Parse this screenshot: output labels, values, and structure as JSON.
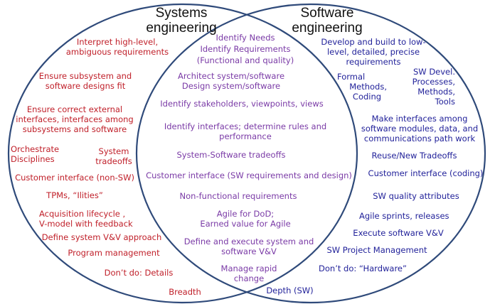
{
  "diagram": {
    "type": "venn",
    "colors": {
      "stroke": "#2f4a7a",
      "systems_text": "#c0202a",
      "overlap_text": "#7a3aa6",
      "software_text": "#22229a"
    },
    "left_circle": {
      "title_line1": "Systems",
      "title_line2": "engineering",
      "items": [
        "Interpret high-level,",
        "ambiguous requirements",
        "Ensure subsystem and",
        "software designs fit",
        "Ensure correct external",
        "interfaces, interfaces among",
        "subsystems and software",
        "Orchestrate",
        "Disciplines",
        "System",
        "tradeoffs",
        "Customer interface (non-SW)",
        "TPMs, “Ilities”",
        "Acquisition lifecycle ,",
        "V-model with feedback",
        "Define system V&V approach",
        "Program management",
        "Don’t do: Details",
        "Breadth"
      ]
    },
    "overlap": {
      "items": [
        "Identify Needs",
        "Identify Requirements",
        "(Functional and quality)",
        "Architect system/software",
        "Design system/software",
        "Identify stakeholders, viewpoints, views",
        "Identify interfaces; determine rules and",
        "performance",
        "System-Software tradeoffs",
        "Customer interface (SW requirements and design)",
        "Non-functional requirements",
        "Agile for DoD;",
        "Earned value for Agile",
        "Define  and execute system and",
        "software V&V",
        "Manage rapid",
        "change"
      ]
    },
    "right_circle": {
      "title_line1": "Software",
      "title_line2": "engineering",
      "items": [
        "Develop and build to low-",
        "level, detailed, precise",
        "requirements",
        "Formal",
        "Methods,",
        "Coding",
        "SW Devel.",
        "Processes,",
        "Methods,",
        "Tools",
        "Make interfaces among",
        "software  modules, data, and",
        "communications path work",
        "Reuse/New Tradeoffs",
        "Customer interface (coding)",
        "SW quality attributes",
        "Agile sprints, releases",
        "Execute software V&V",
        "SW Project Management",
        "Don’t do: “Hardware”",
        "Depth (SW)"
      ]
    }
  }
}
